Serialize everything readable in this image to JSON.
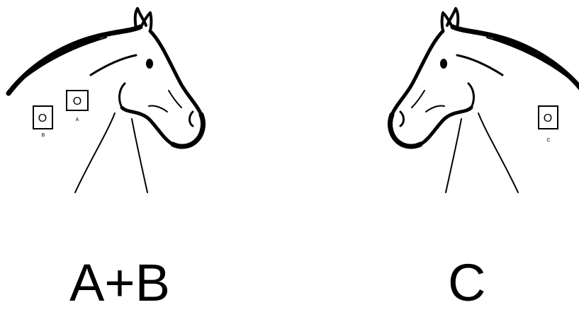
{
  "figure": {
    "left_caption": "A+B",
    "right_caption": "C",
    "markers": [
      {
        "label": "A",
        "symbol": "O"
      },
      {
        "label": "B",
        "symbol": "O"
      },
      {
        "label": "C",
        "symbol": "O"
      }
    ],
    "colors": {
      "line": "#000000",
      "background": "#ffffff"
    }
  }
}
